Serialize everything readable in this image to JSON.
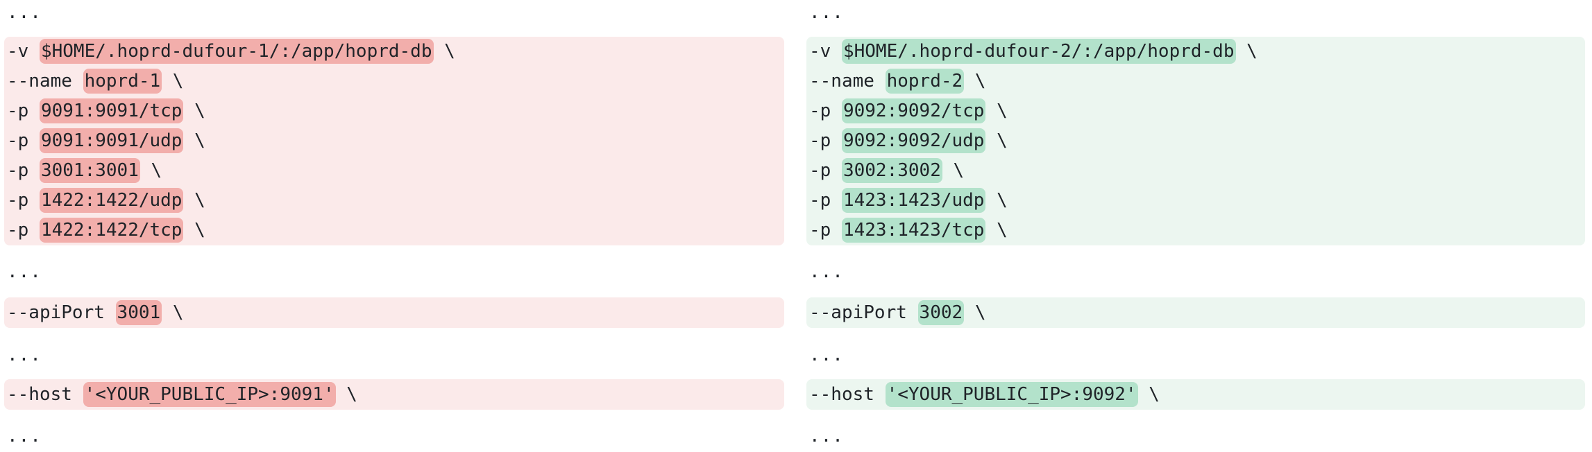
{
  "ellipsis": "...",
  "left": {
    "block1": [
      {
        "pre": "-v ",
        "hl": "$HOME/.hoprd-dufour-1/:/app/hoprd-db",
        "post": " \\"
      },
      {
        "pre": "--name ",
        "hl": "hoprd-1",
        "post": " \\"
      },
      {
        "pre": "-p ",
        "hl": "9091:9091/tcp",
        "post": " \\"
      },
      {
        "pre": "-p ",
        "hl": "9091:9091/udp",
        "post": " \\"
      },
      {
        "pre": "-p ",
        "hl": "3001:3001",
        "post": " \\"
      },
      {
        "pre": "-p ",
        "hl": "1422:1422/udp",
        "post": " \\"
      },
      {
        "pre": "-p ",
        "hl": "1422:1422/tcp",
        "post": " \\"
      }
    ],
    "block2": {
      "pre": "--apiPort ",
      "hl": "3001",
      "post": " \\"
    },
    "block3": {
      "pre": "--host ",
      "hl": "'<YOUR_PUBLIC_IP>:9091'",
      "post": " \\"
    }
  },
  "right": {
    "block1": [
      {
        "pre": "-v ",
        "hl": "$HOME/.hoprd-dufour-2/:/app/hoprd-db",
        "post": " \\"
      },
      {
        "pre": "--name ",
        "hl": "hoprd-2",
        "post": " \\"
      },
      {
        "pre": "-p ",
        "hl": "9092:9092/tcp",
        "post": " \\"
      },
      {
        "pre": "-p ",
        "hl": "9092:9092/udp",
        "post": " \\"
      },
      {
        "pre": "-p ",
        "hl": "3002:3002",
        "post": " \\"
      },
      {
        "pre": "-p ",
        "hl": "1423:1423/udp",
        "post": " \\"
      },
      {
        "pre": "-p ",
        "hl": "1423:1423/tcp",
        "post": " \\"
      }
    ],
    "block2": {
      "pre": "--apiPort ",
      "hl": "3002",
      "post": " \\"
    },
    "block3": {
      "pre": "--host ",
      "hl": "'<YOUR_PUBLIC_IP>:9092'",
      "post": " \\"
    }
  },
  "colors": {
    "removed_bg": "#fbeaea",
    "removed_hl": "#f2aeab",
    "added_bg": "#ecf6f0",
    "added_hl": "#b3e2cb"
  }
}
